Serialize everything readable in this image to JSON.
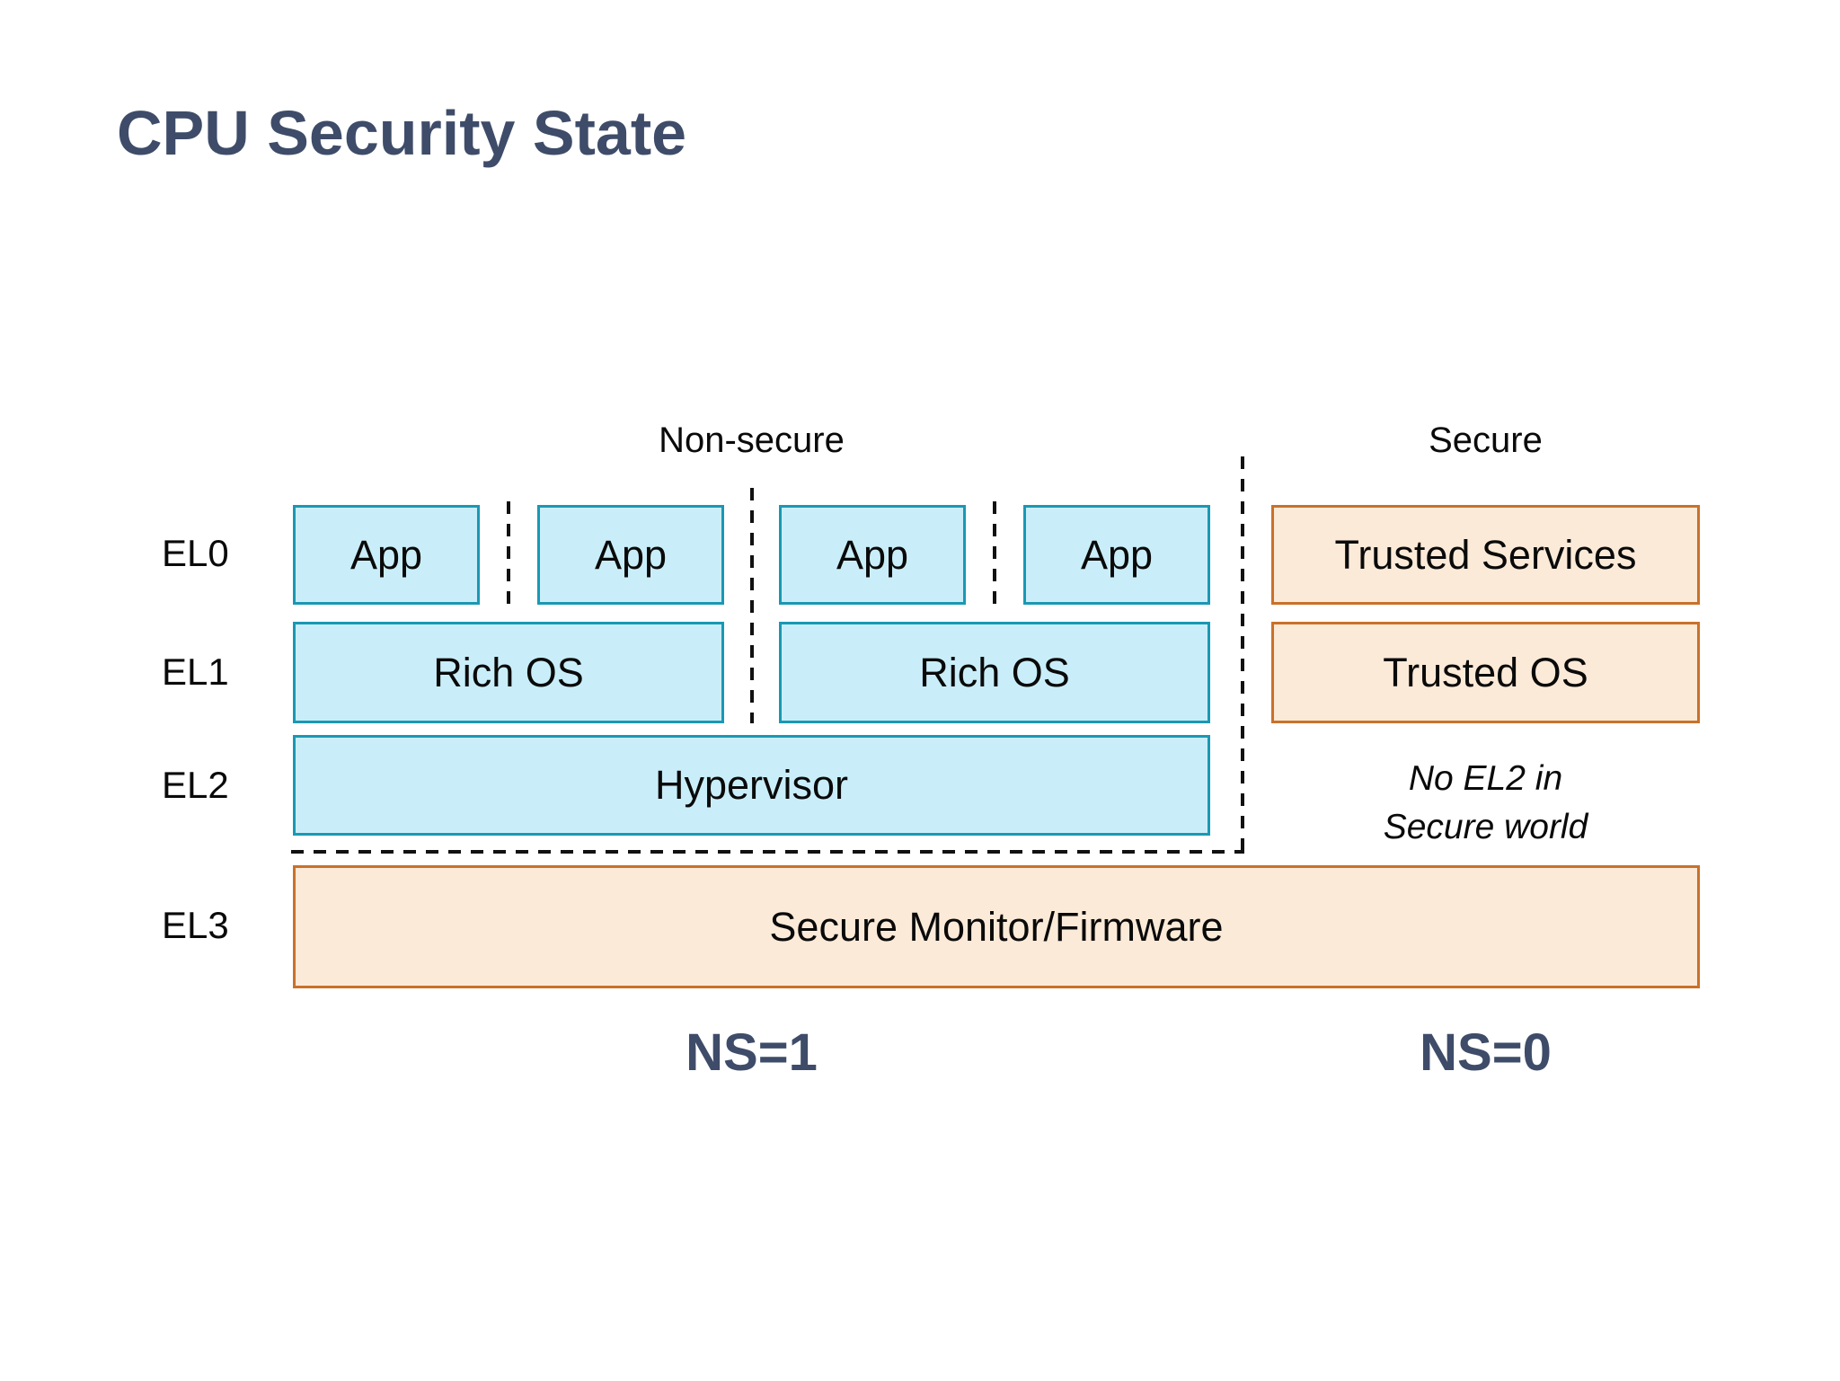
{
  "slide": {
    "title": "CPU Security State"
  },
  "diagram": {
    "world_labels": {
      "non_secure": "Non-secure",
      "secure": "Secure"
    },
    "exception_levels": [
      "EL0",
      "EL1",
      "EL2",
      "EL3"
    ],
    "non_secure": {
      "apps": [
        "App",
        "App",
        "App",
        "App"
      ],
      "rich_os": [
        "Rich OS",
        "Rich OS"
      ],
      "hypervisor": "Hypervisor"
    },
    "secure": {
      "trusted_services": "Trusted Services",
      "trusted_os": "Trusted OS",
      "note_line1": "No EL2 in",
      "note_line2": "Secure world"
    },
    "shared": {
      "el3": "Secure Monitor/Firmware"
    },
    "ns_labels": {
      "non_secure": "NS=1",
      "secure": "NS=0"
    }
  },
  "colors": {
    "title_text": "#3e4c69",
    "ns_label_text": "#3e4c69",
    "cyan_fill": "#c9eef9",
    "cyan_border": "#1a98b4",
    "orange_fill": "#fcead8",
    "orange_border": "#c9712a",
    "dash_line": "#111111",
    "body_text": "#0a0a0a",
    "background": "#ffffff"
  }
}
